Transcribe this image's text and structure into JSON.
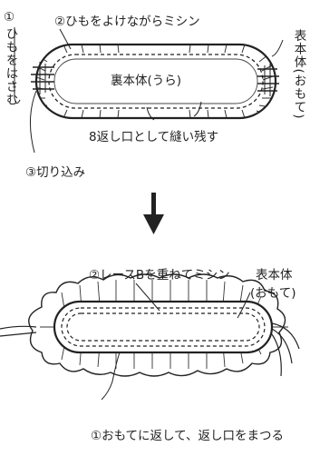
{
  "top": {
    "step1_num": "①",
    "step1_text": "ひもをはさむ",
    "step2_text": "②ひもをよけながらミシン",
    "lining_label": "裏本体(うら)",
    "outer_label": "表本体(おもて)",
    "opening_label": "8返し口として縫い残す",
    "step3_text": "③切り込み"
  },
  "arrow": {
    "icon": "down-arrow-icon"
  },
  "bottom": {
    "step2_text": "②レースBを重ねてミシン",
    "outer_label_line1": "表本体",
    "outer_label_line2": "(おもて)",
    "step1_text": "①おもてに返して、返し口をまつる"
  }
}
